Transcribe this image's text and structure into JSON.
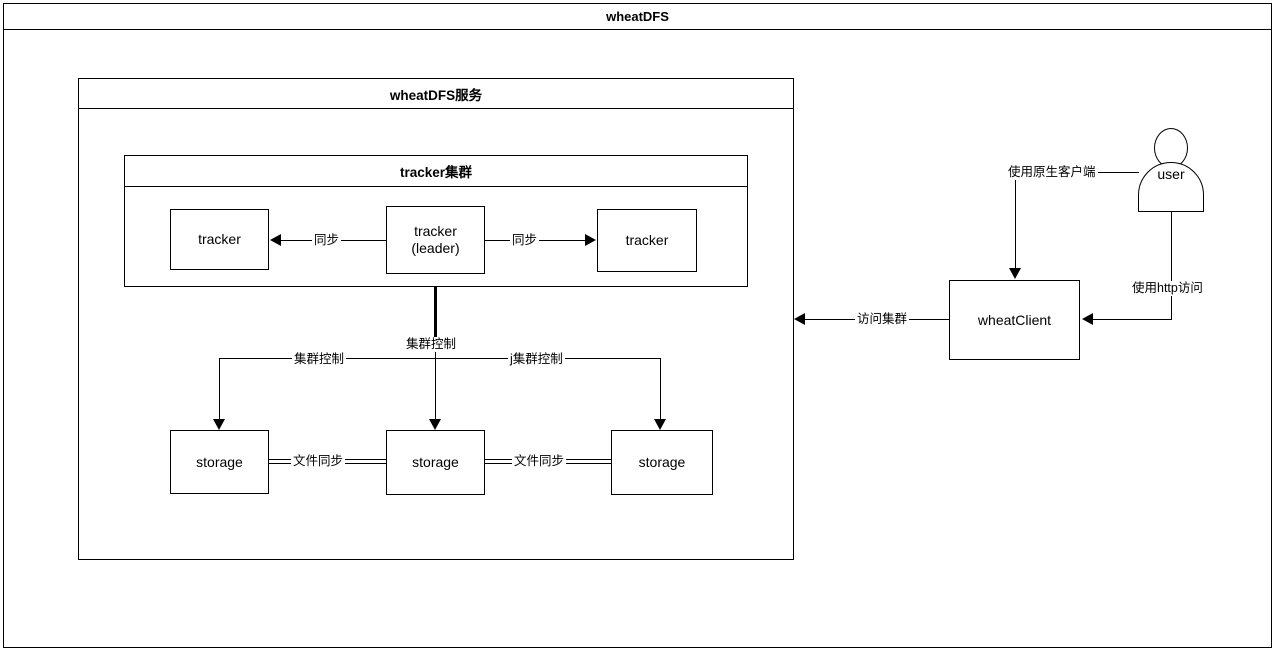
{
  "diagram": {
    "outer_frame": {
      "title": "wheatDFS"
    },
    "service_box": {
      "title": "wheatDFS服务"
    },
    "tracker_cluster": {
      "title": "tracker集群"
    },
    "trackers": [
      {
        "label": "tracker"
      },
      {
        "label": "tracker\n(leader)"
      },
      {
        "label": "tracker"
      }
    ],
    "storages": [
      {
        "label": "storage"
      },
      {
        "label": "storage"
      },
      {
        "label": "storage"
      }
    ],
    "client": {
      "label": "wheatClient"
    },
    "actor": {
      "label": "user"
    },
    "edges": {
      "sync_left": "同步",
      "sync_right": "同步",
      "cluster_control_center": "集群控制",
      "cluster_control_left": "集群控制",
      "cluster_control_right": "j集群控制",
      "file_sync_left": "文件同步",
      "file_sync_right": "文件同步",
      "native_client": "使用原生客户端",
      "http_access": "使用http访问",
      "access_cluster": "访问集群"
    }
  },
  "colors": {
    "stroke": "#000000",
    "background": "#ffffff",
    "text": "#000000"
  }
}
